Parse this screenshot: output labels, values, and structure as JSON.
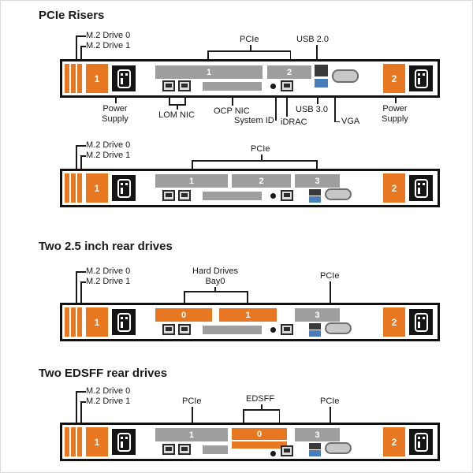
{
  "headings": {
    "pcie_risers": "PCIe Risers",
    "two_25_rear": "Two 2.5 inch rear drives",
    "two_edsff": "Two EDSFF rear drives"
  },
  "labels": {
    "m2_0": "M.2 Drive 0",
    "m2_1": "M.2 Drive 1",
    "pcie": "PCIe",
    "usb2": "USB 2.0",
    "usb3": "USB 3.0",
    "vga": "VGA",
    "idrac": "iDRAC",
    "system_id": "System ID",
    "ocp_nic": "OCP NIC",
    "lom_nic": "LOM NIC",
    "power_supply": "Power Supply",
    "hard_drives": "Hard Drives",
    "bay0": "Bay0",
    "edsff": "EDSFF"
  },
  "panels": {
    "p1": {
      "psu_left": "1",
      "psu_right": "2",
      "slot1": "1",
      "slot2": "2"
    },
    "p2": {
      "psu_left": "1",
      "psu_right": "2",
      "slot1": "1",
      "slot2": "2",
      "slot3": "3"
    },
    "p3": {
      "psu_left": "1",
      "psu_right": "2",
      "bay0": "0",
      "bay1": "1",
      "slot3": "3"
    },
    "p4": {
      "psu_left": "1",
      "psu_right": "2",
      "slot1": "1",
      "edsff0": "0",
      "slot3": "3"
    }
  },
  "colors": {
    "orange": "#E87722",
    "slot_gray": "#9E9E9E",
    "usb_blue": "#4A7EBB",
    "line": "#1A1A1A"
  }
}
